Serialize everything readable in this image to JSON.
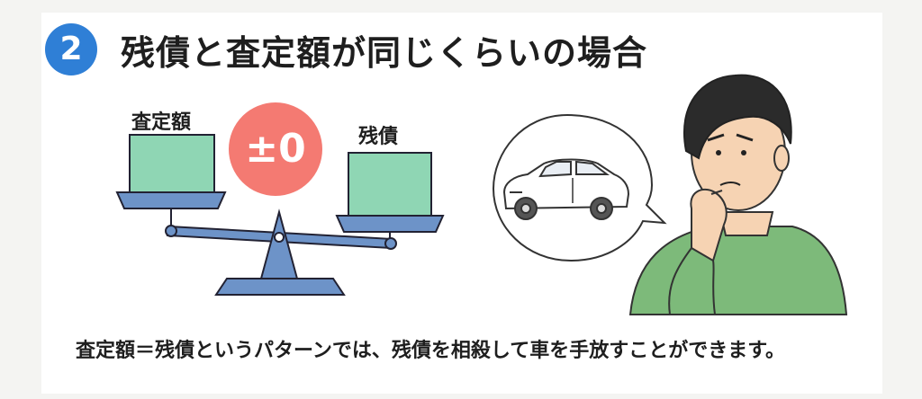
{
  "header": {
    "number": "2",
    "title": "残債と査定額が同じくらいの場合"
  },
  "scale": {
    "left_label": "査定額",
    "right_label": "残債",
    "badge": "±0"
  },
  "caption": "査定額＝残債というパターンでは、残債を相殺して車を手放すことができます。",
  "colors": {
    "blue_badge": "#2f7fd6",
    "red_badge": "#f47a72",
    "box_green": "#8fd6b4",
    "scale_blue": "#6d93c8",
    "shirt_green": "#7dba7a"
  },
  "icons": {
    "car": "car-icon",
    "person": "worried-man-icon"
  }
}
